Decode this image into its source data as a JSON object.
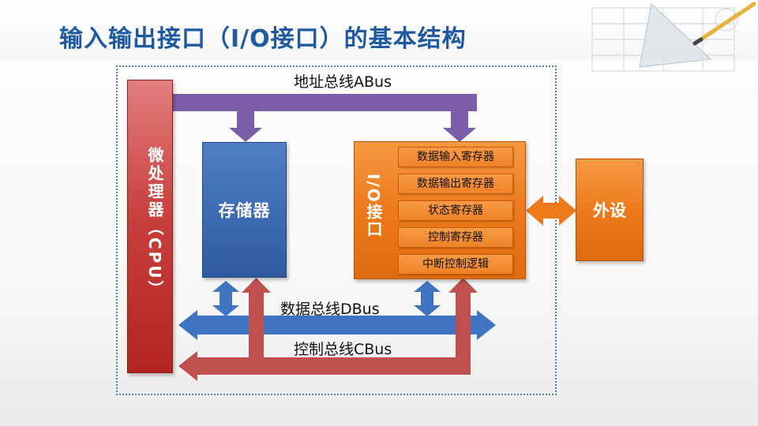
{
  "slide": {
    "title": "输入输出接口（I/O接口）的基本结构"
  },
  "buses": {
    "address": "地址总线ABus",
    "data": "数据总线DBus",
    "control": "控制总线CBus"
  },
  "blocks": {
    "cpu": "微处理器（CPU）",
    "memory": "存储器",
    "io": "I/O接口",
    "peripheral": "外设"
  },
  "registers": [
    "数据输入寄存器",
    "数据输出寄存器",
    "状态寄存器",
    "控制寄存器",
    "中断控制逻辑"
  ],
  "colors": {
    "title": "#1f5aa0",
    "address_bus": "#7b5ea7",
    "data_bus": "#3f74c0",
    "control_bus": "#c0504d",
    "cpu": "#c0392b",
    "memory": "#3e6db4",
    "io": "#ee7a1c",
    "frame": "#4f7fb3"
  }
}
